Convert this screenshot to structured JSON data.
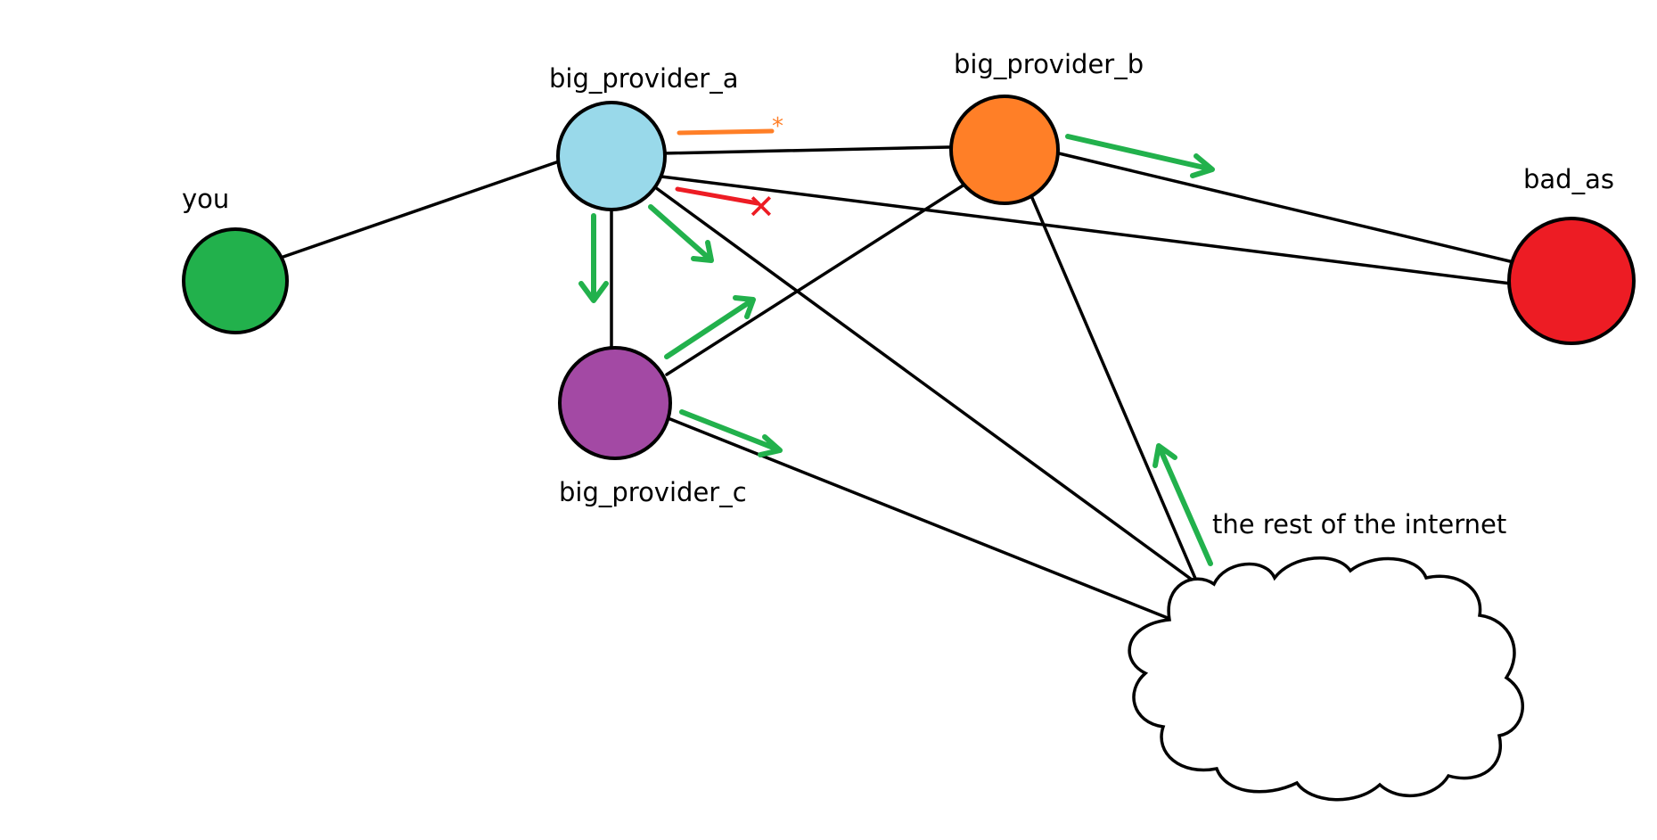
{
  "nodes": {
    "you": {
      "label": "you",
      "color": "#22b14c"
    },
    "big_provider_a": {
      "label": "big_provider_a",
      "color": "#99d9ea"
    },
    "big_provider_b": {
      "label": "big_provider_b",
      "color": "#ff7f27"
    },
    "big_provider_c": {
      "label": "big_provider_c",
      "color": "#a349a4"
    },
    "bad_as": {
      "label": "bad_as",
      "color": "#ed1c24"
    },
    "internet": {
      "label": "the rest of the internet",
      "color": "#ffffff"
    }
  },
  "marks": {
    "blocked_symbol": "✕",
    "filtered_symbol": "*",
    "arrow_color": "#22b14c",
    "blocked_color": "#ed1c24",
    "filtered_color": "#ff7f27"
  }
}
